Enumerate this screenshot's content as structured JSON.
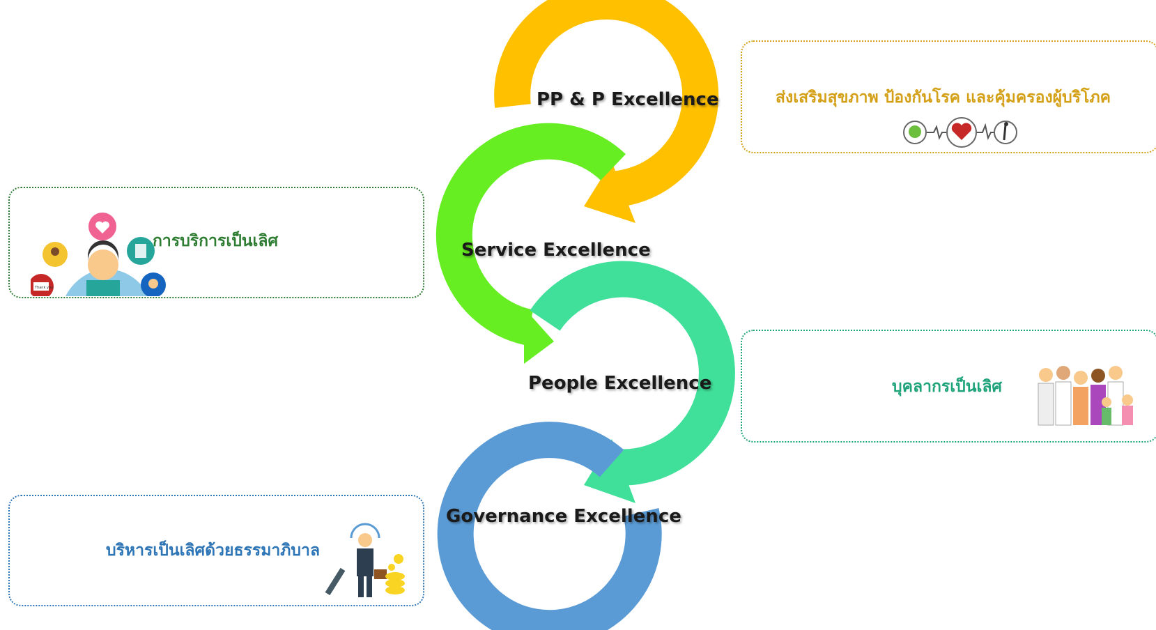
{
  "steps": [
    {
      "label": "PP & P Excellence",
      "color": "#FFC000"
    },
    {
      "label": "Service Excellence",
      "color": "#66EE22"
    },
    {
      "label": "People Excellence",
      "color": "#40E09A"
    },
    {
      "label": "Governance Excellence",
      "color": "#5B9BD5"
    }
  ],
  "boxes": {
    "ppp": {
      "text": "ส่งเสริมสุขภาพ ป้องกันโรค และคุ้มครองผู้บริโภค",
      "color": "#D4A017",
      "icon": "health-icons"
    },
    "service": {
      "text": "การบริการเป็นเลิศ",
      "color": "#2E7D32",
      "icon": "service-people-icon",
      "badge": "Thank you"
    },
    "people": {
      "text": "บุคลากรเป็นเลิศ",
      "color": "#1FA37A",
      "icon": "medical-staff-icon"
    },
    "governance": {
      "text": "บริหารเป็นเลิศด้วยธรรมาภิบาล",
      "color": "#2E75B6",
      "icon": "businessman-icon"
    }
  }
}
